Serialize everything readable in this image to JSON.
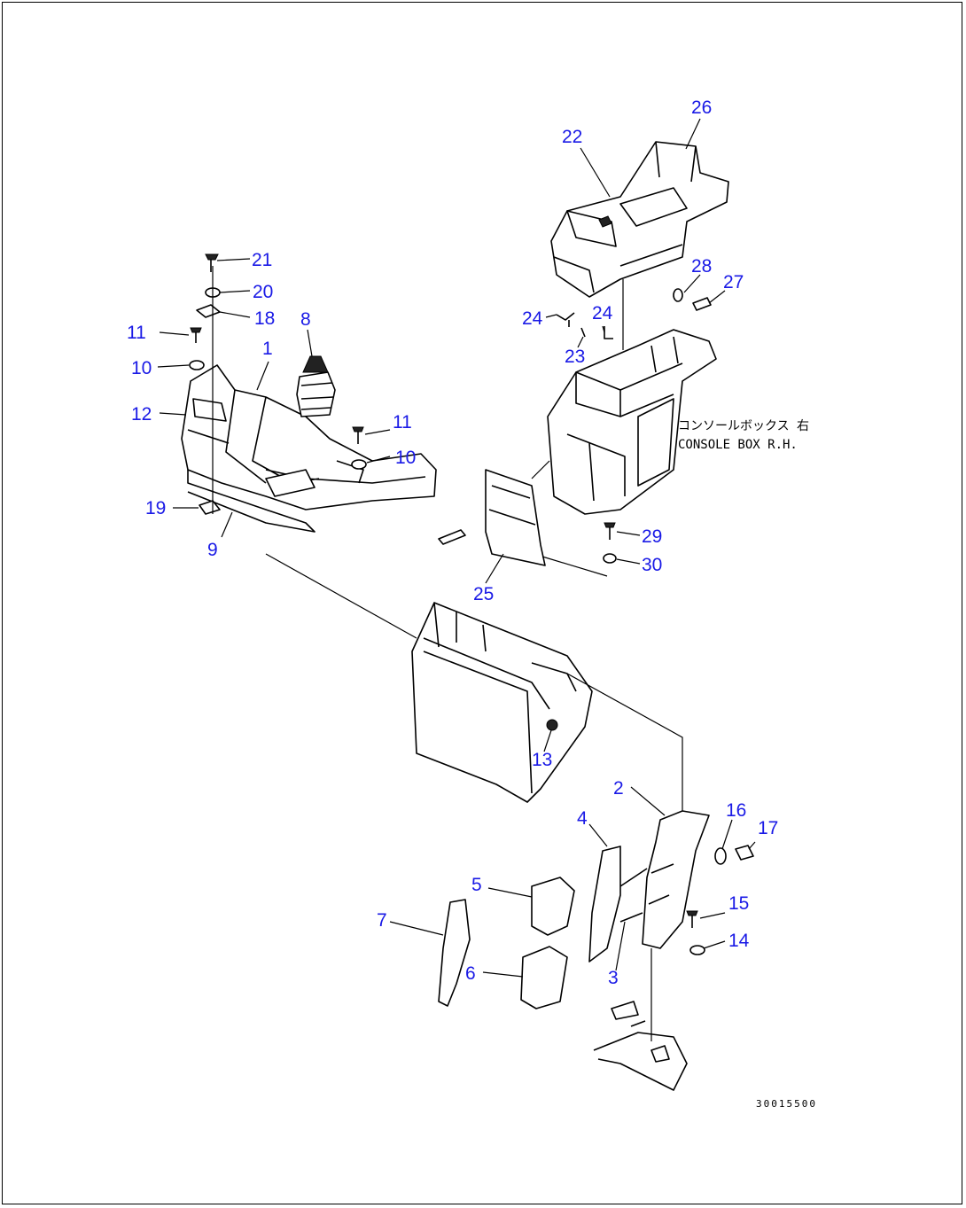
{
  "note": {
    "jp": "コンソールボックス 右",
    "en": "CONSOLE BOX R.H."
  },
  "drawing_code": "30015500",
  "callouts": [
    {
      "key": "c1",
      "text": "1"
    },
    {
      "key": "c2",
      "text": "2"
    },
    {
      "key": "c3",
      "text": "3"
    },
    {
      "key": "c4",
      "text": "4"
    },
    {
      "key": "c5",
      "text": "5"
    },
    {
      "key": "c6",
      "text": "6"
    },
    {
      "key": "c7",
      "text": "7"
    },
    {
      "key": "c8",
      "text": "8"
    },
    {
      "key": "c9",
      "text": "9"
    },
    {
      "key": "c10a",
      "text": "10"
    },
    {
      "key": "c10b",
      "text": "10"
    },
    {
      "key": "c11a",
      "text": "11"
    },
    {
      "key": "c11b",
      "text": "11"
    },
    {
      "key": "c12",
      "text": "12"
    },
    {
      "key": "c13",
      "text": "13"
    },
    {
      "key": "c14",
      "text": "14"
    },
    {
      "key": "c15",
      "text": "15"
    },
    {
      "key": "c16",
      "text": "16"
    },
    {
      "key": "c17",
      "text": "17"
    },
    {
      "key": "c18",
      "text": "18"
    },
    {
      "key": "c19",
      "text": "19"
    },
    {
      "key": "c20",
      "text": "20"
    },
    {
      "key": "c21",
      "text": "21"
    },
    {
      "key": "c22",
      "text": "22"
    },
    {
      "key": "c23",
      "text": "23"
    },
    {
      "key": "c24a",
      "text": "24"
    },
    {
      "key": "c24b",
      "text": "24"
    },
    {
      "key": "c25",
      "text": "25"
    },
    {
      "key": "c26",
      "text": "26"
    },
    {
      "key": "c27",
      "text": "27"
    },
    {
      "key": "c28",
      "text": "28"
    },
    {
      "key": "c29",
      "text": "29"
    },
    {
      "key": "c30",
      "text": "30"
    }
  ],
  "colors": {
    "callout": "#1a1ae6",
    "line": "#000000"
  }
}
